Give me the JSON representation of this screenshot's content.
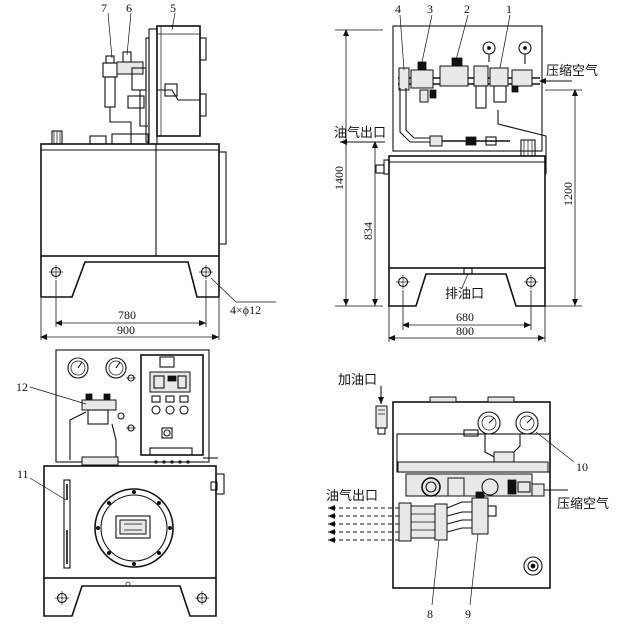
{
  "views": {
    "front": {
      "labels": [
        "7",
        "6",
        "5"
      ],
      "dims": {
        "inner": "780",
        "outer": "900",
        "hole": "4×ϕ12"
      }
    },
    "side": {
      "labels": [
        "4",
        "3",
        "2",
        "1"
      ],
      "air_in": "压缩空气",
      "oil_gas_out": "油气出口",
      "drain": "排油口",
      "dims": {
        "h_total": "1400",
        "h_outlet": "834",
        "h_right": "1200",
        "inner": "680",
        "outer": "800"
      }
    },
    "rear": {
      "labels": [
        "12",
        "11"
      ]
    },
    "top": {
      "labels": [
        "10",
        "8",
        "9"
      ],
      "fill_port": "加油口",
      "oil_gas_out": "油气出口",
      "air_in": "压缩空气"
    }
  }
}
